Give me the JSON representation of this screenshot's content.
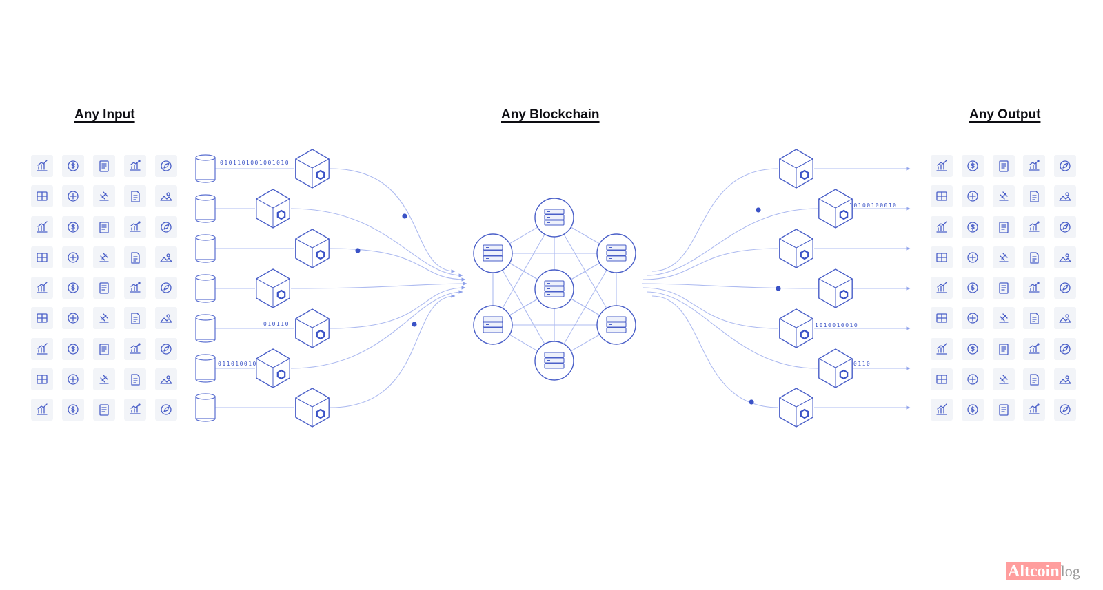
{
  "headings": {
    "input": "Any Input",
    "blockchain": "Any Blockchain",
    "output": "Any Output"
  },
  "binary_labels": {
    "input": [
      "0101101001001010",
      "010110",
      "011010010"
    ],
    "output": [
      "10100100010",
      "1010010010",
      "0110"
    ]
  },
  "watermark": {
    "brand": "Altcoin",
    "suffix": "log"
  },
  "colors": {
    "heading": "#0d0d12",
    "accent": "#3a52c6",
    "line": "#aebbf0",
    "icon_stroke": "#4a5fc8",
    "tile": "#f2f4f8",
    "database_fill": "#ffffff",
    "database_stroke": "#5a6fd0",
    "watermark_bg": "#ff9e9e"
  },
  "input_icons": [
    "bar-chart-icon",
    "dollar-coins-icon",
    "invoice-icon",
    "stock-trend-icon",
    "compass-icon",
    "solar-panel-icon",
    "car-icon",
    "auction-gavel-icon",
    "signed-document-icon",
    "landscape-icon",
    "thermometer-icon",
    "worker-group-icon",
    "inventory-icon",
    "delivery-scooter-icon",
    "rain-cloud-icon",
    "globe-vehicle-icon",
    "telescope-icon",
    "binary-code-icon",
    "shopping-cart-icon",
    "warehouse-icon",
    "scuba-icon",
    "currency-exchange-icon",
    "wind-turbine-icon",
    "building-icon",
    "satellite-icon",
    "edit-note-icon",
    "crypto-wallet-icon",
    "sunlight-crop-icon",
    "football-icon",
    "stethoscope-icon",
    "fish-icon",
    "atom-icon",
    "soccer-ball-icon",
    "database-sync-icon",
    "weather-crop-icon",
    "map-location-icon",
    "bitcoin-hand-icon",
    "monitor-upload-icon",
    "oil-rig-icon",
    "factory-icon",
    "brain-idea-icon",
    "browser-code-icon",
    "heartbeat-icon",
    "server-stack-icon",
    "user-card-icon"
  ],
  "output_icons": [
    "city-icon",
    "server-user-icon",
    "dollar-icon",
    "government-building-icon",
    "cloud-server-icon",
    "globe-lock-icon",
    "checked-card-icon",
    "ethereum-icon",
    "terminal-icon",
    "bank-icon",
    "payment-hand-icon",
    "satellite-dish-icon",
    "checklist-icon",
    "globe-icon",
    "euro-icon",
    "cloud-lock-icon",
    "bitcoin-icon",
    "analytics-monitor-icon",
    "globe-bank-icon",
    "temple-icon",
    "database-icon",
    "bank-building-icon",
    "tether-icon",
    "wallet-icon",
    "server-rack-icon",
    "smart-contract-icon",
    "cubes-icon",
    "settings-gears-icon",
    "coin-icon",
    "office-buildings-icon",
    "monitor-check-icon",
    "courthouse-icon",
    "treasury-icon",
    "pound-icon",
    "document-share-icon",
    "microchip-icon",
    "yen-icon",
    "storage-drive-icon",
    "shelter-icon",
    "tower-icon",
    "secure-server-icon",
    "globe-dollar-icon",
    "hard-drive-icon",
    "spreadsheet-icon",
    "database-cluster-icon"
  ]
}
